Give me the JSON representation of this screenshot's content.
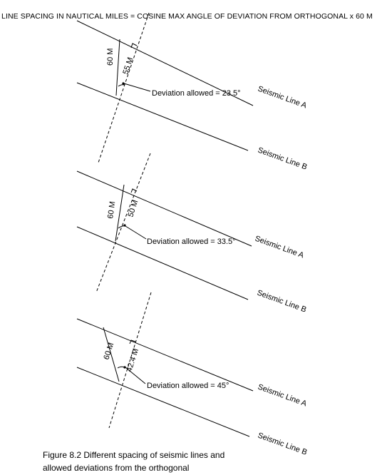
{
  "header": {
    "formula": "LINE SPACING IN NAUTICAL MILES = COSINE MAX ANGLE OF DEVIATION FROM ORTHOGONAL x 60 M"
  },
  "panels": [
    {
      "hyp_label": "60 M",
      "spacing_label": "55 M",
      "deviation_label": "Deviation allowed = 23.5°",
      "line_a_label": "Seismic Line A",
      "line_b_label": "Seismic Line B"
    },
    {
      "hyp_label": "60 M",
      "spacing_label": "50 M",
      "deviation_label": "Deviation allowed = 33.5°",
      "line_a_label": "Seismic Line A",
      "line_b_label": "Seismic Line B"
    },
    {
      "hyp_label": "60 M",
      "spacing_label": "42.4 M",
      "deviation_label": "Deviation allowed = 45°",
      "line_a_label": "Seismic Line A",
      "line_b_label": "Seismic Line B"
    }
  ],
  "caption": {
    "line1": "Figure 8.2  Different spacing of seismic lines and",
    "line2": "allowed deviations from the orthogonal"
  }
}
